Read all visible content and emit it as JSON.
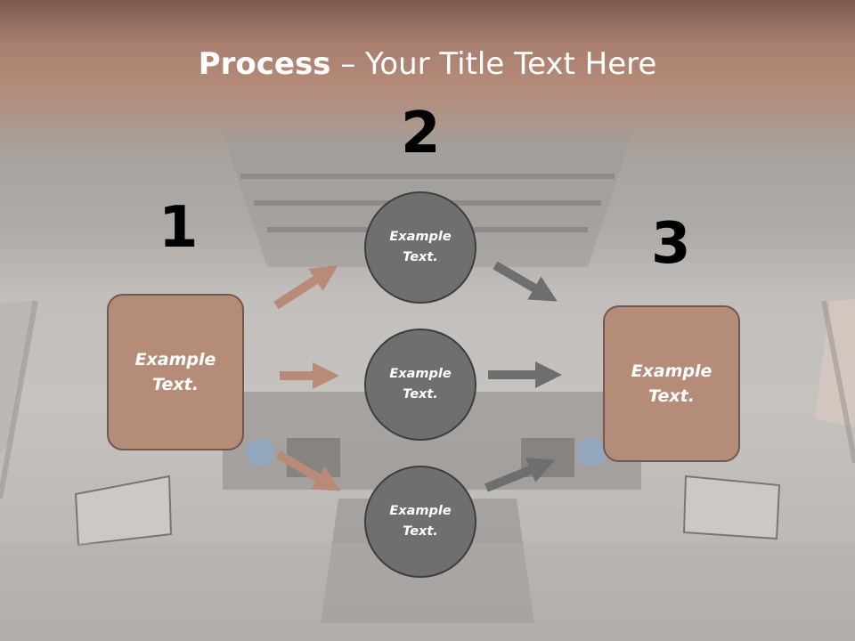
{
  "title": {
    "bold": "Process",
    "rest": " – Your Title Text Here"
  },
  "steps": [
    {
      "number": "1",
      "text": "Example Text."
    },
    {
      "number": "2",
      "text": "Example Text."
    },
    {
      "number": "3",
      "text": "Example Text."
    }
  ],
  "circles": [
    {
      "text": "Example Text."
    },
    {
      "text": "Example Text."
    },
    {
      "text": "Example Text."
    }
  ],
  "colors": {
    "input_fill": "#b48c78",
    "input_arrow": "#b88a78",
    "circle_fill": "#6f6f6f",
    "output_arrow": "#6e6e6e"
  }
}
